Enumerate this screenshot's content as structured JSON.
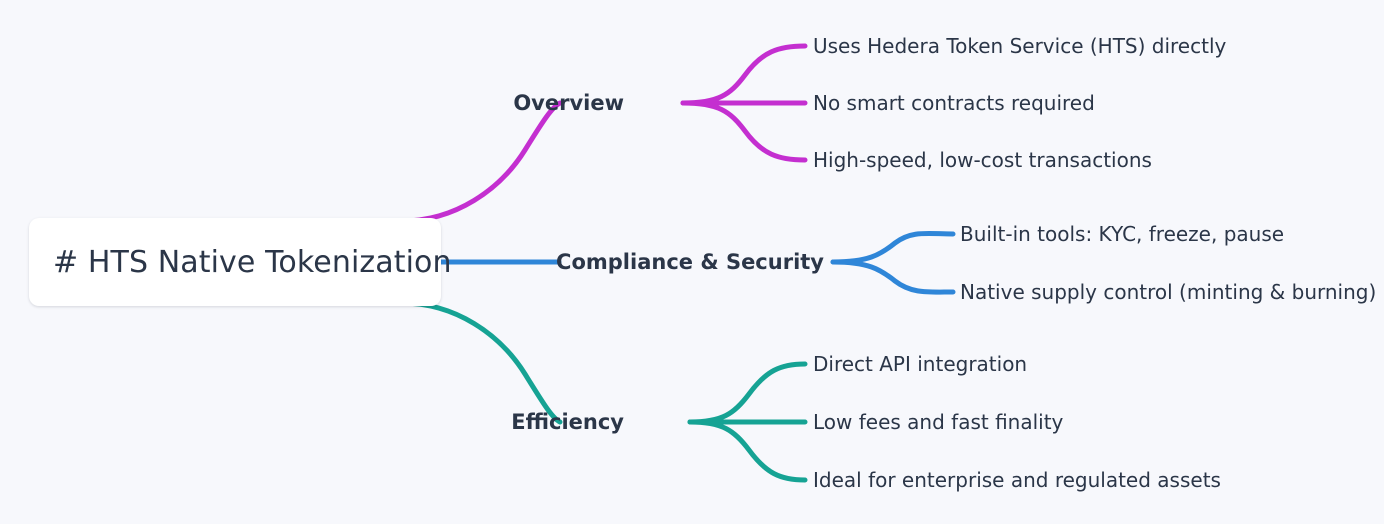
{
  "diagram": {
    "type": "mindmap",
    "background_color": "#f7f8fc",
    "text_color": "#2b3648",
    "root": {
      "label": "# HTS Native Tokenization",
      "box_color": "#ffffff"
    },
    "branches": [
      {
        "label": "Overview",
        "color": "#c42fd0",
        "leaves": [
          "Uses Hedera Token Service (HTS) directly",
          "No smart contracts required",
          "High-speed, low-cost transactions"
        ]
      },
      {
        "label": "Compliance & Security",
        "color": "#2f86d8",
        "leaves": [
          "Built-in tools: KYC, freeze, pause",
          "Native supply control (minting & burning)"
        ]
      },
      {
        "label": "Efficiency",
        "color": "#16a394",
        "leaves": [
          "Direct API integration",
          "Low fees and fast finality",
          "Ideal for enterprise and regulated assets"
        ]
      }
    ]
  }
}
